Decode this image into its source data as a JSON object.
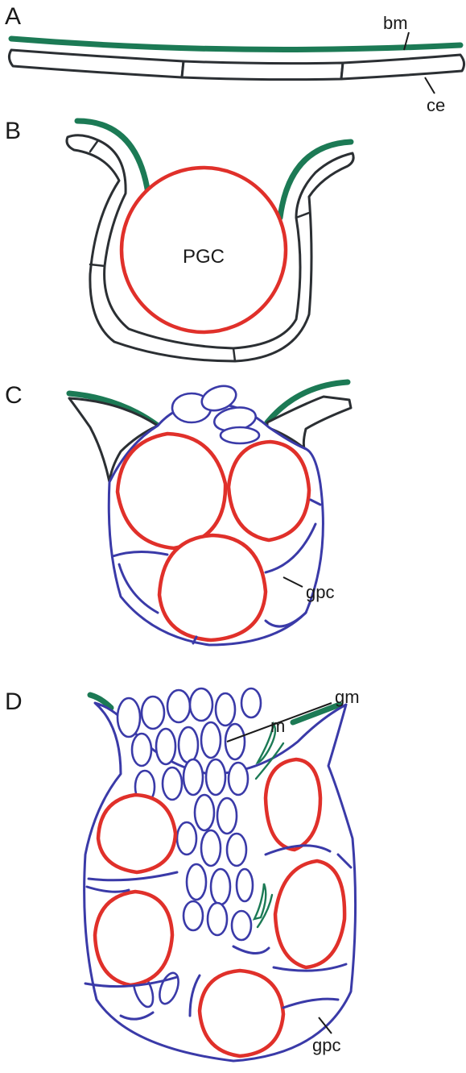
{
  "panels": [
    {
      "id": "A",
      "label": "A"
    },
    {
      "id": "B",
      "label": "B"
    },
    {
      "id": "C",
      "label": "C"
    },
    {
      "id": "D",
      "label": "D"
    }
  ],
  "annotations": {
    "bm": "bm",
    "ce": "ce",
    "pgc": "PGC",
    "gpc_c": "gpc",
    "gm": "gm",
    "m": "m",
    "gpc_d": "gpc"
  },
  "colors": {
    "basement_membrane": "#1c7a55",
    "coelomic_epithelium": "#2b2f33",
    "primordial_germ_cell": "#e0302a",
    "gonadal_precursor_cell": "#3a3aa8",
    "muscle": "#1c7a55"
  }
}
